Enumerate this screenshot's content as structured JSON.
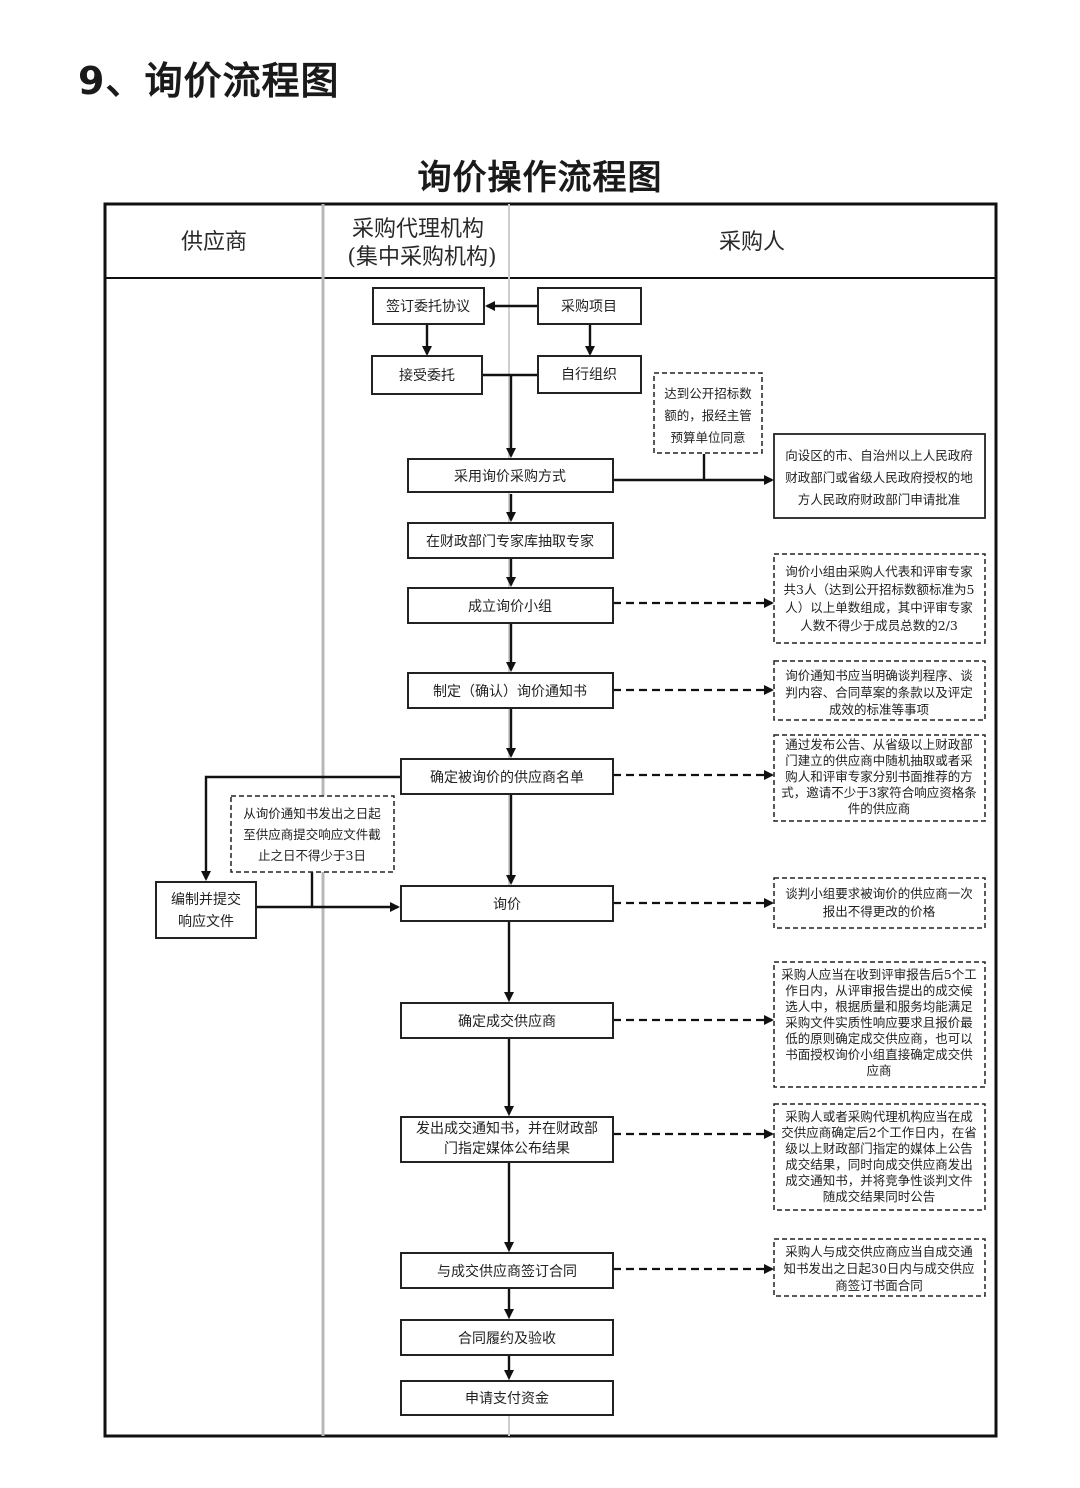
{
  "heading": "9、询价流程图",
  "chart_title": "询价操作流程图",
  "lanes": {
    "supplier": "供应商",
    "agency_line1": "采购代理机构",
    "agency_line2": "(集中采购机构)",
    "purchaser": "采购人"
  },
  "nodes": {
    "sign_agreement": [
      "签订委托协议"
    ],
    "purchase_project": [
      "采购项目"
    ],
    "accept_entrust": [
      "接受委托"
    ],
    "self_organize": [
      "自行组织"
    ],
    "adopt_inquiry": [
      "采用询价采购方式"
    ],
    "draw_experts": [
      "在财政部门专家库抽取专家"
    ],
    "form_group": [
      "成立询价小组"
    ],
    "make_notice": [
      "制定（确认）询价通知书"
    ],
    "determine_suppliers": [
      "确定被询价的供应商名单"
    ],
    "prepare_response": [
      "编制并提交",
      "响应文件"
    ],
    "inquiry": [
      "询价"
    ],
    "determine_winner": [
      "确定成交供应商"
    ],
    "issue_notice": [
      "发出成交通知书，并在财政部",
      "门指定媒体公布结果"
    ],
    "sign_contract": [
      "与成交供应商签订合同"
    ],
    "perform_accept": [
      "合同履约及验收"
    ],
    "apply_payment": [
      "申请支付资金"
    ]
  },
  "notes": {
    "threshold": [
      "达到公开招标数",
      "额的，报经主管",
      "预算单位同意"
    ],
    "approval": [
      "向设区的市、自治州以上人民政府",
      "财政部门或省级人民政府授权的地",
      "方人民政府财政部门申请批准"
    ],
    "group_rule": [
      "询价小组由采购人代表和评审专家",
      "共3人（达到公开招标数额标准为5",
      "人）以上单数组成，其中评审专家",
      "人数不得少于成员总数的2/3"
    ],
    "notice_rule": [
      "询价通知书应当明确谈判程序、谈",
      "判内容、合同草案的条款以及评定",
      "成效的标准等事项"
    ],
    "supplier_rule": [
      "通过发布公告、从省级以上财政部",
      "门建立的供应商中随机抽取或者采",
      "购人和评审专家分别书面推荐的方",
      "式，邀请不少于3家符合响应资格条",
      "件的供应商"
    ],
    "deadline": [
      "从询价通知书发出之日起",
      "至供应商提交响应文件截",
      "止之日不得少于3日"
    ],
    "price_rule": [
      "谈判小组要求被询价的供应商一次",
      "报出不得更改的价格"
    ],
    "winner_rule": [
      "采购人应当在收到评审报告后5个工",
      "作日内，从评审报告提出的成交候",
      "选人中，根据质量和服务均能满足",
      "采购文件实质性响应要求且报价最",
      "低的原则确定成交供应商，也可以",
      "书面授权询价小组直接确定成交供",
      "应商"
    ],
    "publish_rule": [
      "采购人或者采购代理机构应当在成",
      "交供应商确定后2个工作日内，在省",
      "级以上财政部门指定的媒体上公告",
      "成交结果，同时向成交供应商发出",
      "成交通知书，并将竞争性谈判文件",
      "随成交结果同时公告"
    ],
    "contract_rule": [
      "采购人与成交供应商应当自成交通",
      "知书发出之日起30日内与成交供应",
      "商签订书面合同"
    ]
  }
}
